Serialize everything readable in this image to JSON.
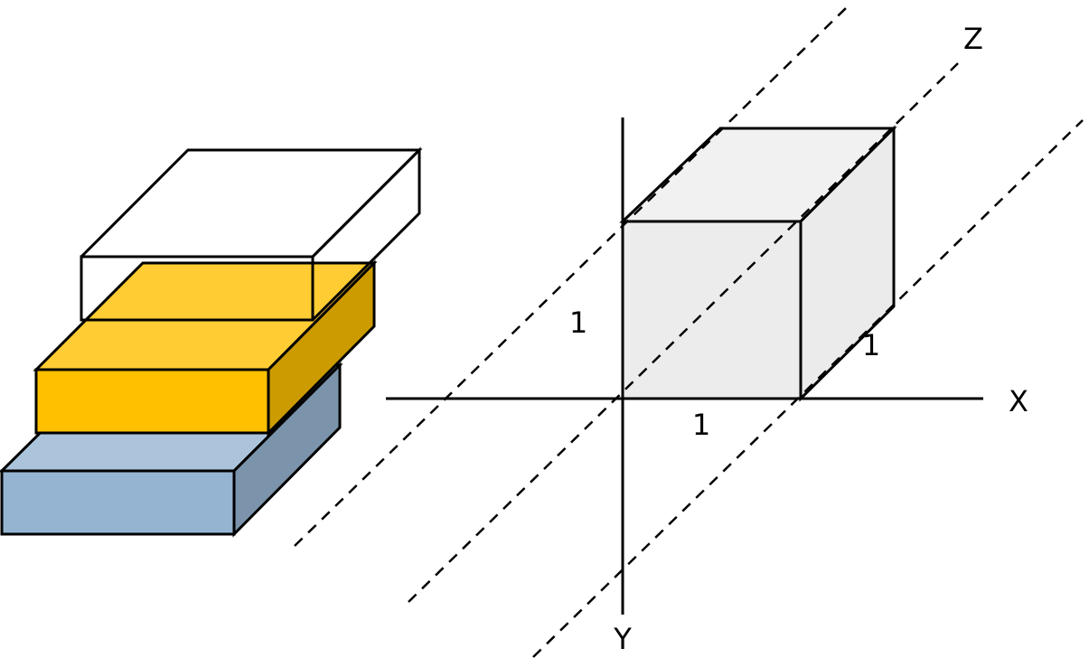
{
  "colors": {
    "yellow_front": "#ffc000",
    "yellow_top": "#ffcc33",
    "yellow_side": "#cc9b00",
    "blue_front": "#95b4d1",
    "blue_top": "#abc4dc",
    "blue_side": "#7b94ab",
    "cube_front": "#ececec",
    "cube_top": "#f1f1f1",
    "cube_side": "#ebebeb"
  },
  "axes": {
    "x_label": "X",
    "y_label": "Y",
    "z_label": "Z"
  },
  "dimensions": {
    "height_label": "1",
    "width_label": "1",
    "depth_label": "1"
  }
}
